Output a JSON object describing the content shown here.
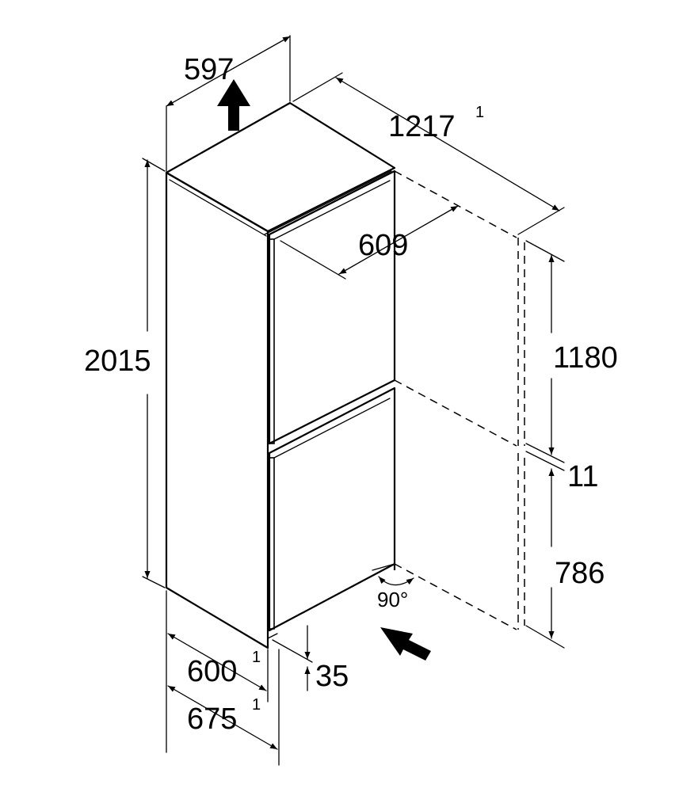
{
  "diagram": {
    "dimensions": {
      "width_top": "597",
      "width_open_door": "1217",
      "width_open_door_note": "1",
      "door_width": "609",
      "height_total": "2015",
      "upper_door_height": "1180",
      "door_gap": "11",
      "lower_door_height": "786",
      "plinth": "35",
      "depth": "600",
      "depth_note": "1",
      "depth_with_handle": "675",
      "depth_with_handle_note": "1",
      "door_angle": "90°"
    },
    "colors": {
      "line": "#000000",
      "background": "#ffffff"
    },
    "icons": [
      "ventilation-up-arrow",
      "airflow-arrow"
    ]
  }
}
